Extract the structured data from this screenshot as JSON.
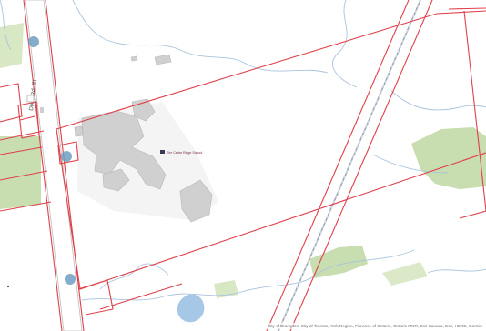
{
  "map": {
    "road_label": "Dixie Rd. St",
    "poi_label": "The Cedar Ridge School",
    "attribution": "City of Brampton, City of Toronto, York Region, Province of Ontario, Ontario MNR, Esri Canada, Esri, HERE, Garmin",
    "colors": {
      "parcel_line": "#e0404a",
      "stream": "#aac4dc",
      "water": "#a6c8e6",
      "vegetation": "#c8ddb0",
      "building": "#d0d0d0",
      "road_fill": "#ffffff",
      "road_casing": "#bdbdbd",
      "railway": "#9aa8b8",
      "poi_marker": "#6f9fc3",
      "background": "#ffffff"
    }
  }
}
